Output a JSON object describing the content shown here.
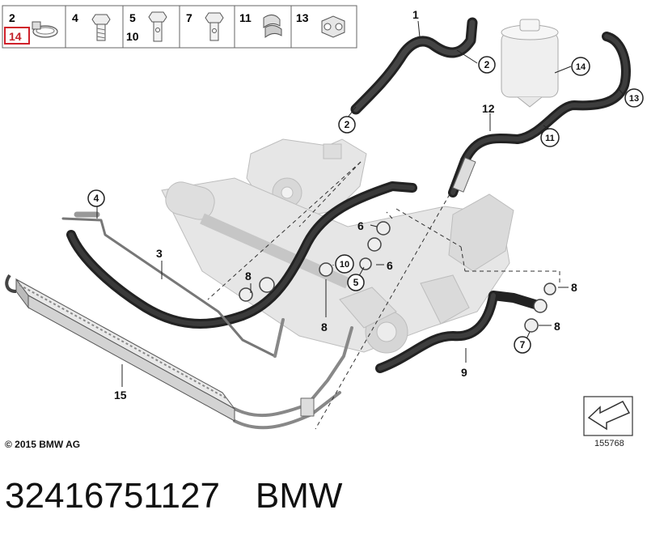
{
  "legend": [
    {
      "label": "2",
      "sub": "14",
      "sub_highlight": true,
      "icon": "hose-clamp-icon"
    },
    {
      "label": "4",
      "icon": "bolt-icon"
    },
    {
      "label": "5",
      "sub": "10",
      "icon": "banjo-bolt-icon"
    },
    {
      "label": "7",
      "icon": "hollow-bolt-icon"
    },
    {
      "label": "11",
      "icon": "pipe-clip-icon"
    },
    {
      "label": "13",
      "icon": "bracket-clip-icon"
    }
  ],
  "callouts": {
    "c1": "1",
    "c2a": "2",
    "c2b": "2",
    "c3": "3",
    "c4": "4",
    "c5": "5",
    "c6a": "6",
    "c6b": "6",
    "c7": "7",
    "c8a": "8",
    "c8b": "8",
    "c8c": "8",
    "c8d": "8",
    "c9": "9",
    "c10": "10",
    "c11": "11",
    "c12": "12",
    "c13": "13",
    "c14": "14",
    "c15": "15"
  },
  "copyright": "© 2015 BMW AG",
  "image_number": "155768",
  "part_number": "32416751127",
  "brand": "BMW",
  "colors": {
    "highlight": "#d0202a",
    "hose": "#2e2e2e",
    "ghost": "#e2e2e2"
  }
}
